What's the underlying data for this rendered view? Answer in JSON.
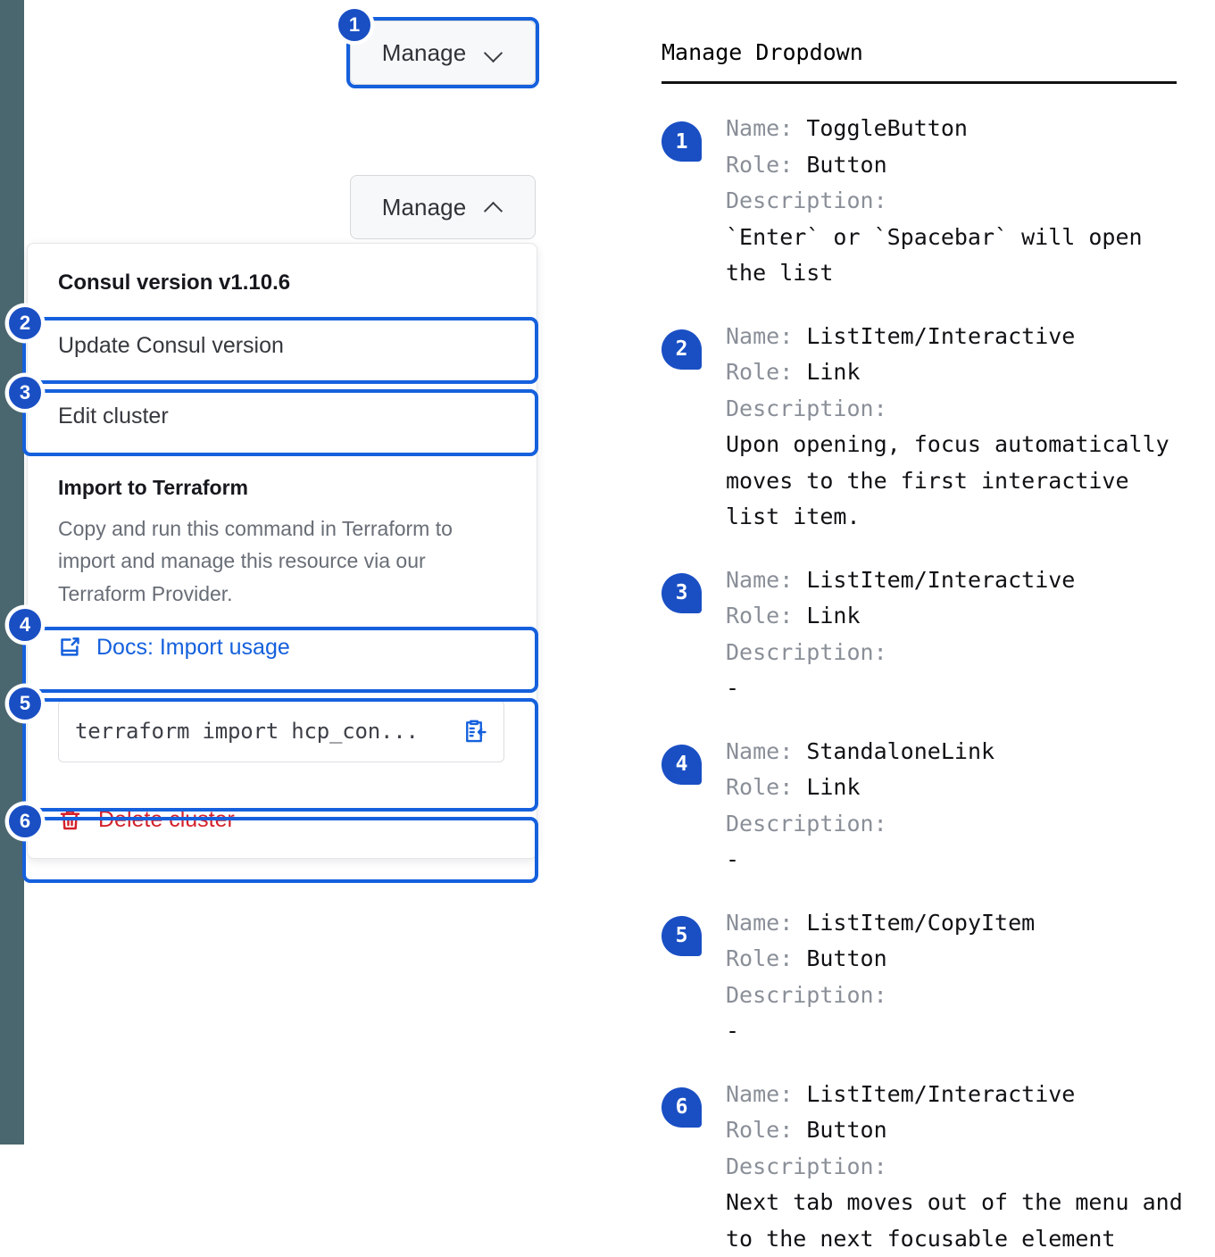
{
  "left_pane": {
    "rail_color": "#4a666f",
    "accent_color": "#1560dd",
    "danger_color": "#d4212a",
    "toggle_closed": {
      "label": "Manage",
      "icon": "chevron-down-icon"
    },
    "toggle_open": {
      "label": "Manage",
      "icon": "chevron-up-icon"
    },
    "dropdown": {
      "header": "Consul version v1.10.6",
      "item_update": "Update Consul version",
      "item_edit": "Edit cluster",
      "section_title": "Import to Terraform",
      "section_body": "Copy and run this command in Terraform to import and manage this resource via our Terraform Provider.",
      "docs_link": "Docs: Import usage",
      "docs_link_icon": "docs-external-link-icon",
      "command_value": "terraform import hcp_con...",
      "copy_icon": "clipboard-copy-icon",
      "delete_label": "Delete cluster",
      "delete_icon": "trash-icon"
    },
    "callouts": [
      "1",
      "2",
      "3",
      "4",
      "5",
      "6"
    ]
  },
  "notes_pane": {
    "title": "Manage Dropdown",
    "labels": {
      "name": "Name:",
      "role": "Role:",
      "description": "Description:"
    },
    "items": [
      {
        "badge": "1",
        "name": "ToggleButton",
        "role": "Button",
        "description": "`Enter` or `Spacebar` will open\nthe list"
      },
      {
        "badge": "2",
        "name": "ListItem/Interactive",
        "role": "Link",
        "description": "Upon opening, focus automatically\nmoves to the first interactive\nlist item."
      },
      {
        "badge": "3",
        "name": "ListItem/Interactive",
        "role": "Link",
        "description": "-"
      },
      {
        "badge": "4",
        "name": "StandaloneLink",
        "role": "Link",
        "description": "-"
      },
      {
        "badge": "5",
        "name": "ListItem/CopyItem",
        "role": "Button",
        "description": "-"
      },
      {
        "badge": "6",
        "name": "ListItem/Interactive",
        "role": "Button",
        "description": "Next tab moves out of the menu and\nto the next focusable element"
      }
    ]
  }
}
